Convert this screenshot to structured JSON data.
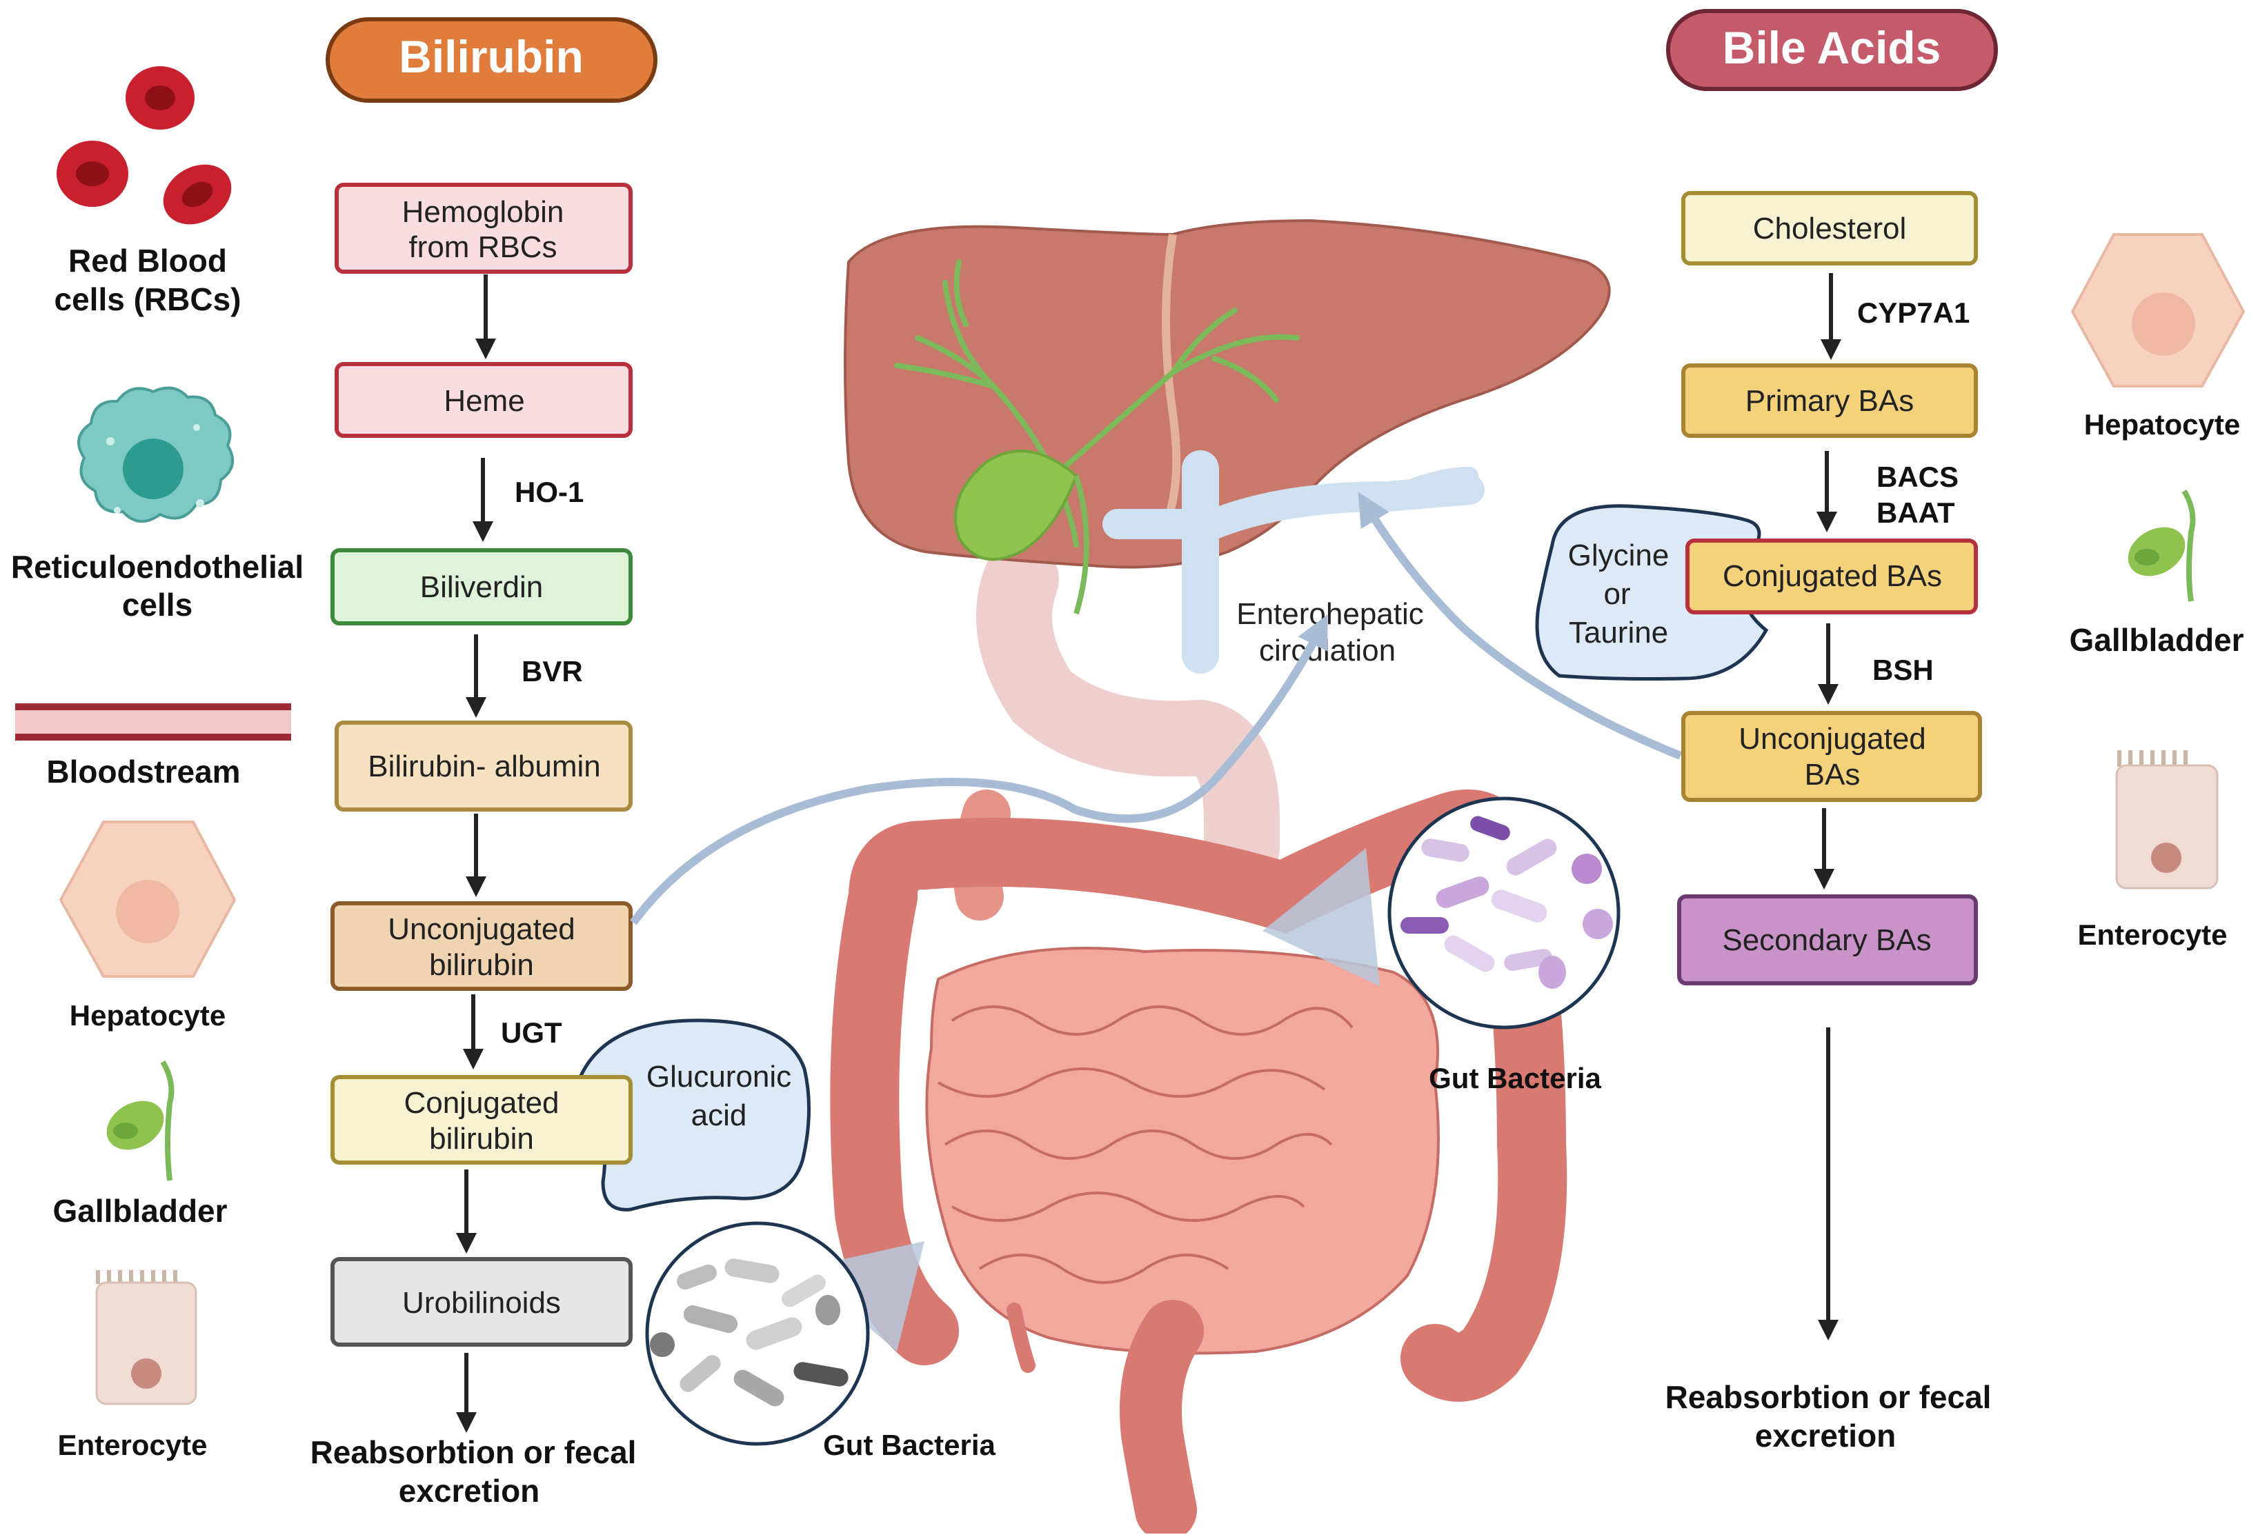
{
  "headers": {
    "bilirubin": "Bilirubin",
    "bile_acids": "Bile Acids"
  },
  "legend_left": {
    "rbc": [
      "Red Blood",
      "cells (RBCs)"
    ],
    "reticulo": [
      "Reticuloendothelial",
      "cells"
    ],
    "bloodstream": "Bloodstream",
    "hepatocyte": "Hepatocyte",
    "gallbladder": "Gallbladder",
    "enterocyte": "Enterocyte"
  },
  "legend_right": {
    "hepatocyte": "Hepatocyte",
    "gallbladder": "Gallbladder",
    "enterocyte": "Enterocyte"
  },
  "bilirubin_pathway": {
    "boxes": [
      [
        "Hemoglobin",
        "from RBCs"
      ],
      [
        "Heme"
      ],
      [
        "Biliverdin"
      ],
      [
        "Bilirubin- albumin"
      ],
      [
        "Unconjugated",
        "bilirubin"
      ],
      [
        "Conjugated",
        "bilirubin"
      ],
      [
        "Urobilinoids"
      ]
    ],
    "enzymes": {
      "ho1": "HO-1",
      "bvr": "BVR",
      "ugt": "UGT"
    },
    "cofactor": [
      "Glucuronic",
      "acid"
    ],
    "outcome": [
      "Reabsorbtion or fecal",
      "excretion"
    ]
  },
  "bile_acid_pathway": {
    "boxes": [
      [
        "Cholesterol"
      ],
      [
        "Primary BAs"
      ],
      [
        "Conjugated BAs"
      ],
      [
        "Unconjugated",
        "BAs"
      ],
      [
        "Secondary BAs"
      ]
    ],
    "enzymes": {
      "cyp": "CYP7A1",
      "bacs": "BACS",
      "baat": "BAAT",
      "bsh": "BSH"
    },
    "cofactor": [
      "Glycine",
      "or",
      "Taurine"
    ],
    "outcome": [
      "Reabsorbtion or fecal",
      "excretion"
    ]
  },
  "center": {
    "circulation": [
      "Enterohepatic",
      "circulation"
    ],
    "gut_bacteria_top": "Gut Bacteria",
    "gut_bacteria_bottom": "Gut Bacteria"
  },
  "colors": {
    "bilirubin_header": "#e07d3c",
    "bile_header": "#c45a6a",
    "pink_box": "#f9dde0",
    "green_box": "#dff2da",
    "tan_box": "#f6e2c0",
    "orange_box": "#f0d3b0",
    "cream_box": "#f7f3d2",
    "gray_box": "#e6e6e6",
    "yellow_box": "#f4d27c",
    "purple_box": "#c993c9",
    "cofactor_fill": "#dde9f6",
    "liver": "#c9786c",
    "intestine": "#e5948a"
  }
}
